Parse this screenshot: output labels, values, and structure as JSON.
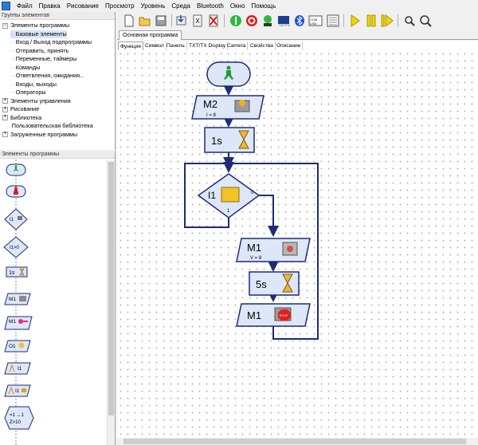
{
  "menu": [
    "Файл",
    "Правка",
    "Рисование",
    "Просмотр",
    "Уровень",
    "Среда",
    "Bluetooth",
    "Окно",
    "Помощь"
  ],
  "toolbar_icons": [
    "new-file-icon",
    "open-folder-icon",
    "save-icon",
    "download-icon",
    "cut-icon",
    "delete-icon",
    "start-icon",
    "stop-icon",
    "online-icon",
    "interface-icon",
    "bluetooth-icon",
    "com-port-icon",
    "display-icon",
    "play-icon",
    "pause-icon",
    "step-icon",
    "zoom-in-icon",
    "zoom-out-icon"
  ],
  "groups_panel": {
    "title": "Группы элементов",
    "tree": [
      {
        "label": "Элементы программы",
        "exp": "−",
        "indent": 0
      },
      {
        "label": "Базовые элементы",
        "indent": 2,
        "selected": true
      },
      {
        "label": "Вход / Выход подпрограммы",
        "indent": 2
      },
      {
        "label": "Отправить, принять",
        "indent": 2
      },
      {
        "label": "Переменные, таймеры",
        "indent": 2
      },
      {
        "label": "Команды",
        "indent": 2
      },
      {
        "label": "Ответвления, ожидания...",
        "indent": 2
      },
      {
        "label": "Входы, выходы",
        "indent": 2
      },
      {
        "label": "Операторы",
        "indent": 2
      },
      {
        "label": "Элементы управления",
        "exp": "+",
        "indent": 0
      },
      {
        "label": "Рисование",
        "exp": "+",
        "indent": 0
      },
      {
        "label": "Библиотека",
        "exp": "+",
        "indent": 0
      },
      {
        "label": "Пользовательская библиотека",
        "indent": 1
      },
      {
        "label": "Загруженные программы",
        "exp": "+",
        "indent": 0
      }
    ]
  },
  "elements_panel": {
    "title": "Элементы программы",
    "items": [
      {
        "name": "start-element",
        "kind": "round",
        "color": "#1e9e3a"
      },
      {
        "name": "end-element",
        "kind": "round",
        "color": "#d62020"
      },
      {
        "name": "branch-digital-element",
        "kind": "diamond",
        "label": "I1"
      },
      {
        "name": "branch-analog-element",
        "kind": "diamond",
        "label": "I1>0"
      },
      {
        "name": "wait-time-element",
        "kind": "rect",
        "label": "1s"
      },
      {
        "name": "motor-output-element",
        "kind": "para",
        "label": "M1"
      },
      {
        "name": "motor-encoder-element",
        "kind": "para",
        "label": "M1"
      },
      {
        "name": "lamp-output-element",
        "kind": "para",
        "label": "O1"
      },
      {
        "name": "wait-input-element",
        "kind": "para",
        "label": "I1"
      },
      {
        "name": "pulse-counter-element",
        "kind": "para",
        "label": "I1"
      },
      {
        "name": "position-element",
        "kind": "hex",
        "label": "=1 ↔1",
        "sub": "Z>10"
      }
    ]
  },
  "document_tab": "Основная программа",
  "sub_tabs": [
    "Функция",
    "Символ",
    "Панель",
    "TXT/TX Display",
    "Camera",
    "Свойства",
    "Описание"
  ],
  "flowchart": {
    "motor2": {
      "label": "M2",
      "sub": "I = 8"
    },
    "wait1": {
      "label": "1s"
    },
    "branch": {
      "label": "I1",
      "zero": "0",
      "one": "1"
    },
    "motor1": {
      "label": "M1",
      "sub": "V = 8"
    },
    "wait2": {
      "label": "5s"
    },
    "motor1stop": {
      "label": "M1",
      "badge": "STOP"
    }
  }
}
